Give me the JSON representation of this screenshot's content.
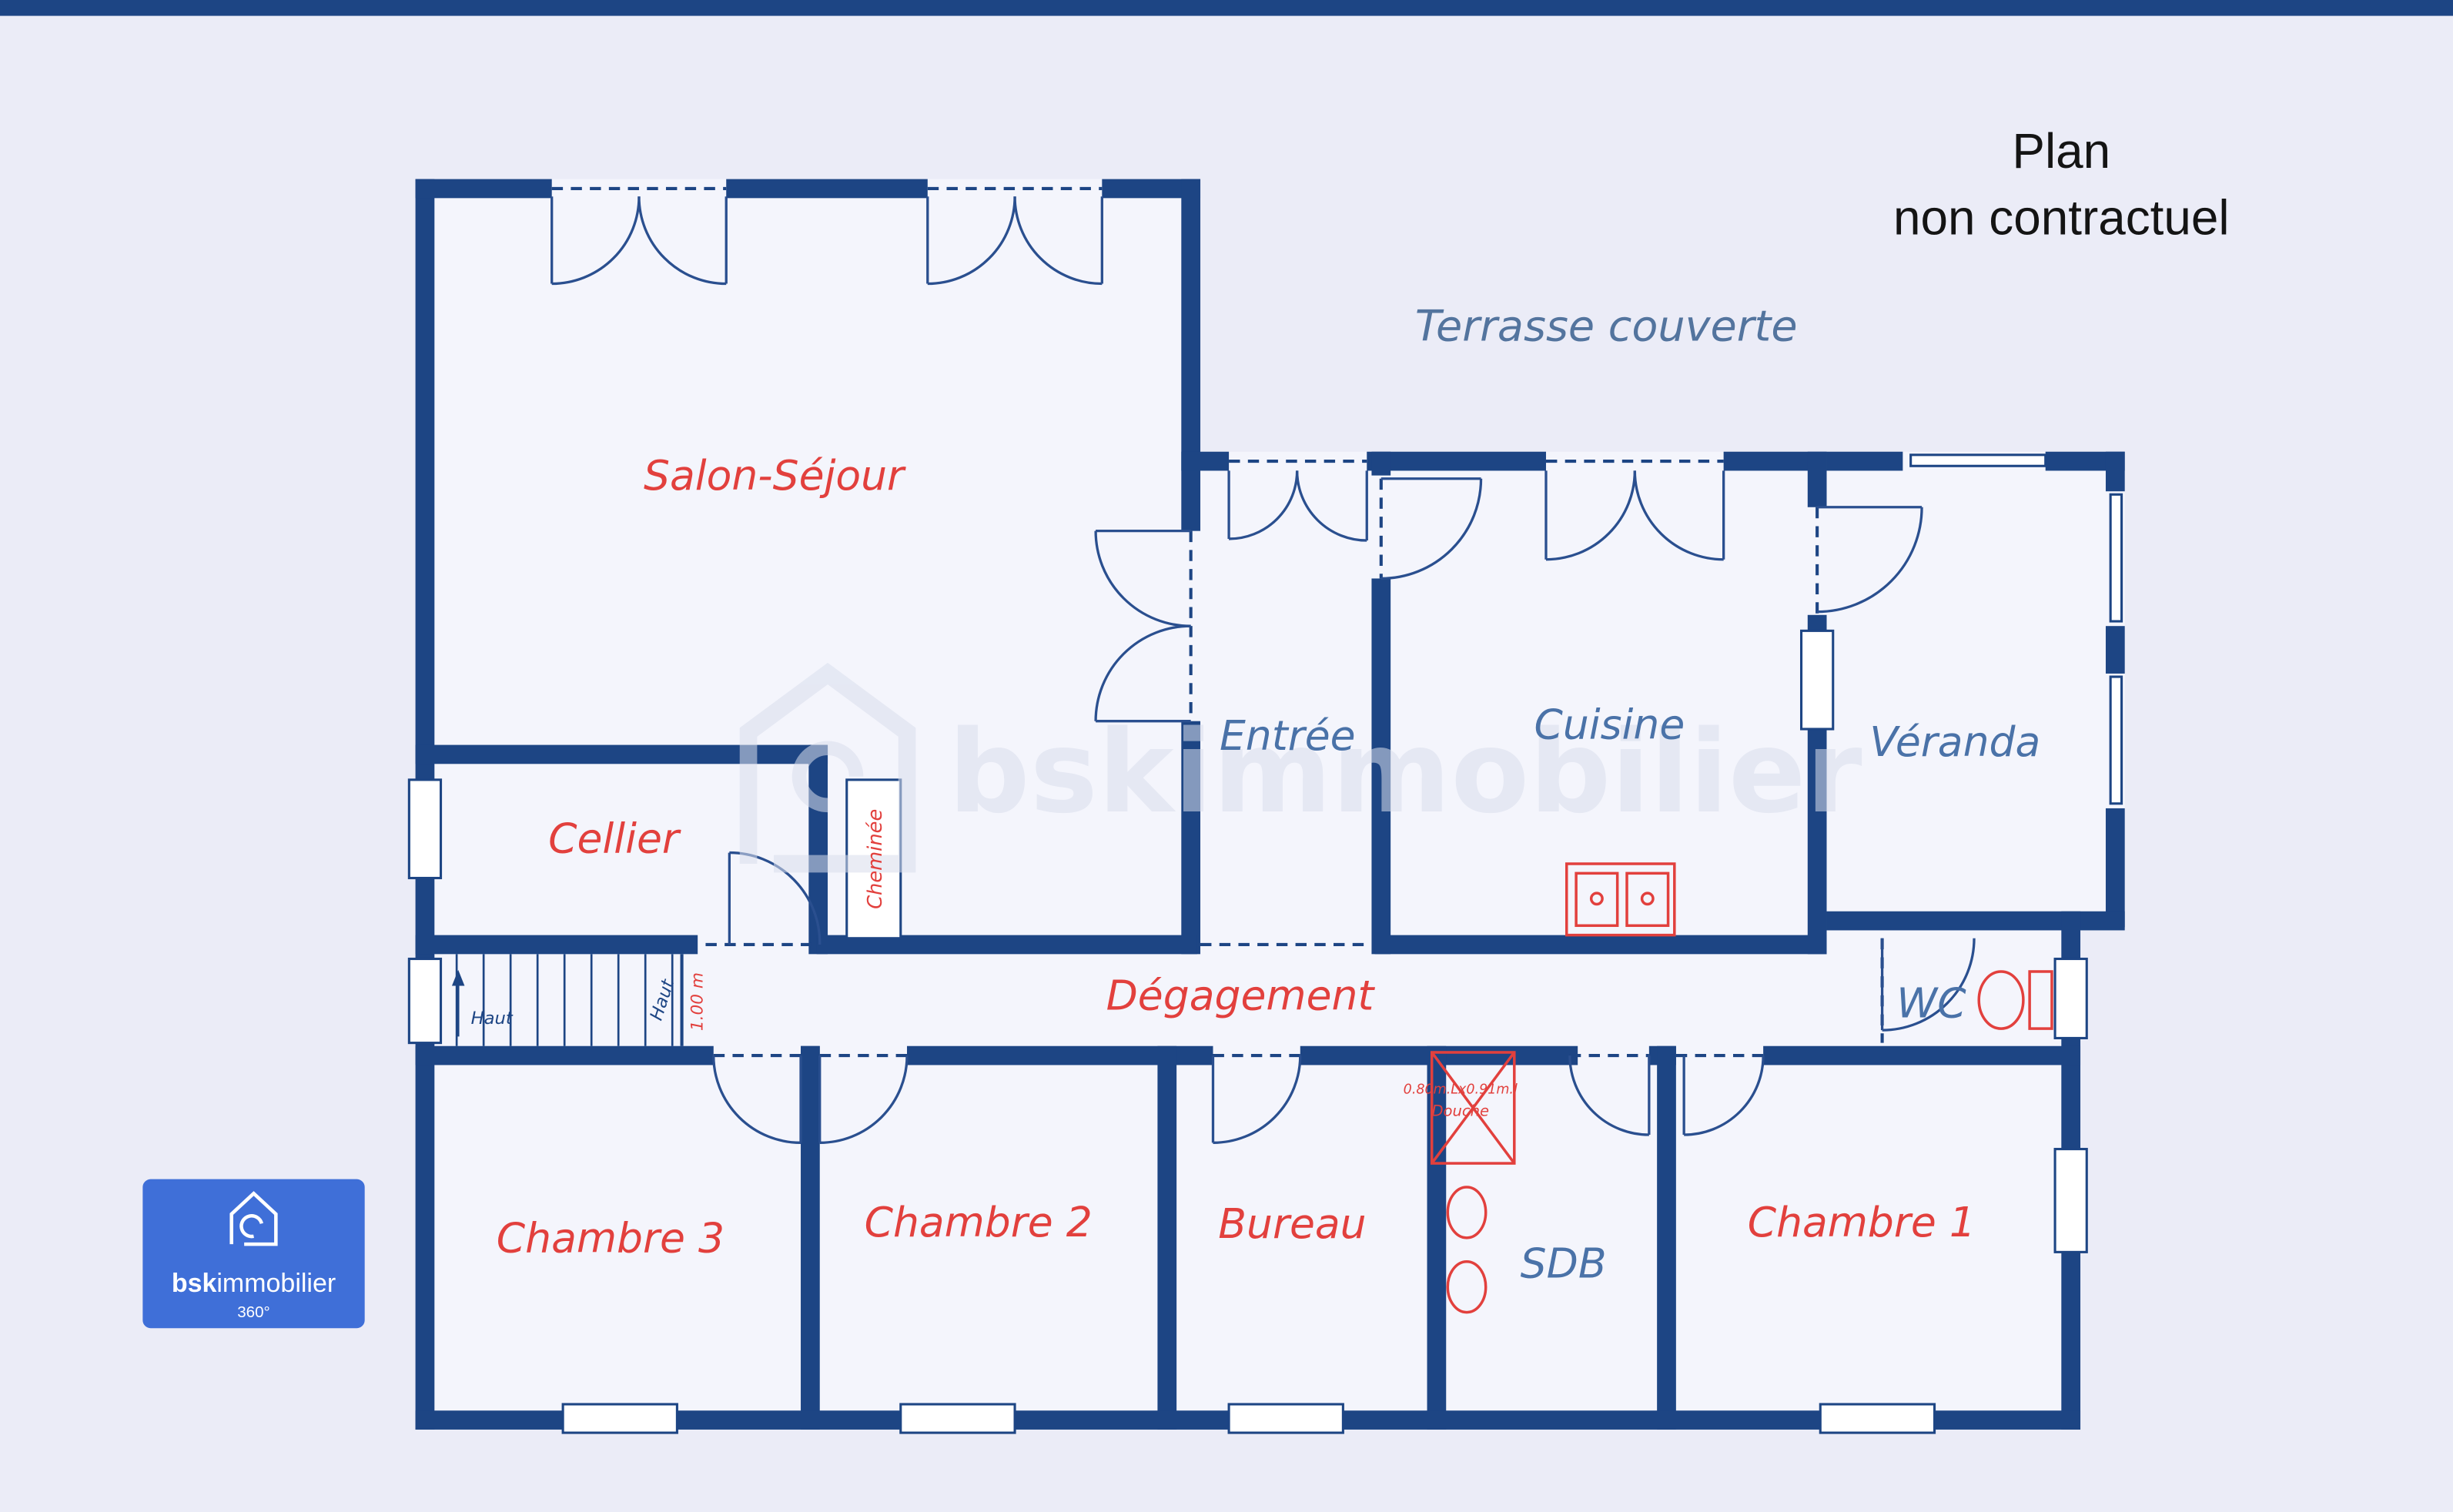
{
  "meta": {
    "disclaimer_line1": "Plan",
    "disclaimer_line2": "non contractuel"
  },
  "rooms": {
    "salon_sejour": "Salon-Séjour",
    "cellier": "Cellier",
    "cheminee": "Cheminée",
    "entree": "Entrée",
    "cuisine": "Cuisine",
    "veranda": "Véranda",
    "terrasse_couverte": "Terrasse couverte",
    "degagement": "Dégagement",
    "wc": "WC",
    "chambre_3": "Chambre 3",
    "chambre_2": "Chambre 2",
    "bureau": "Bureau",
    "sdb": "SDB",
    "chambre_1": "Chambre 1"
  },
  "stairs": {
    "haut_label_1": "Haut",
    "haut_label_2": "Haut",
    "width_dim": "1.00 m"
  },
  "fixtures": {
    "shower_dims": "0.80m.Lx0.91m.l",
    "shower_label": "Douche"
  },
  "watermark": {
    "text": "bskimmobilier"
  },
  "logo": {
    "brand_bold": "bsk",
    "brand_rest": "immobilier",
    "subtitle": "360°"
  },
  "colors": {
    "wall": "#1d4584",
    "room_label_red": "#e2403d",
    "room_label_blue": "#4a72a8",
    "fixture_red": "#e2403d",
    "logo_blue": "#3f6fd8",
    "background": "#ebecf7",
    "interior": "#f4f5fc",
    "watermark_gray": "#d9deec",
    "disclaimer_black": "#141414"
  }
}
